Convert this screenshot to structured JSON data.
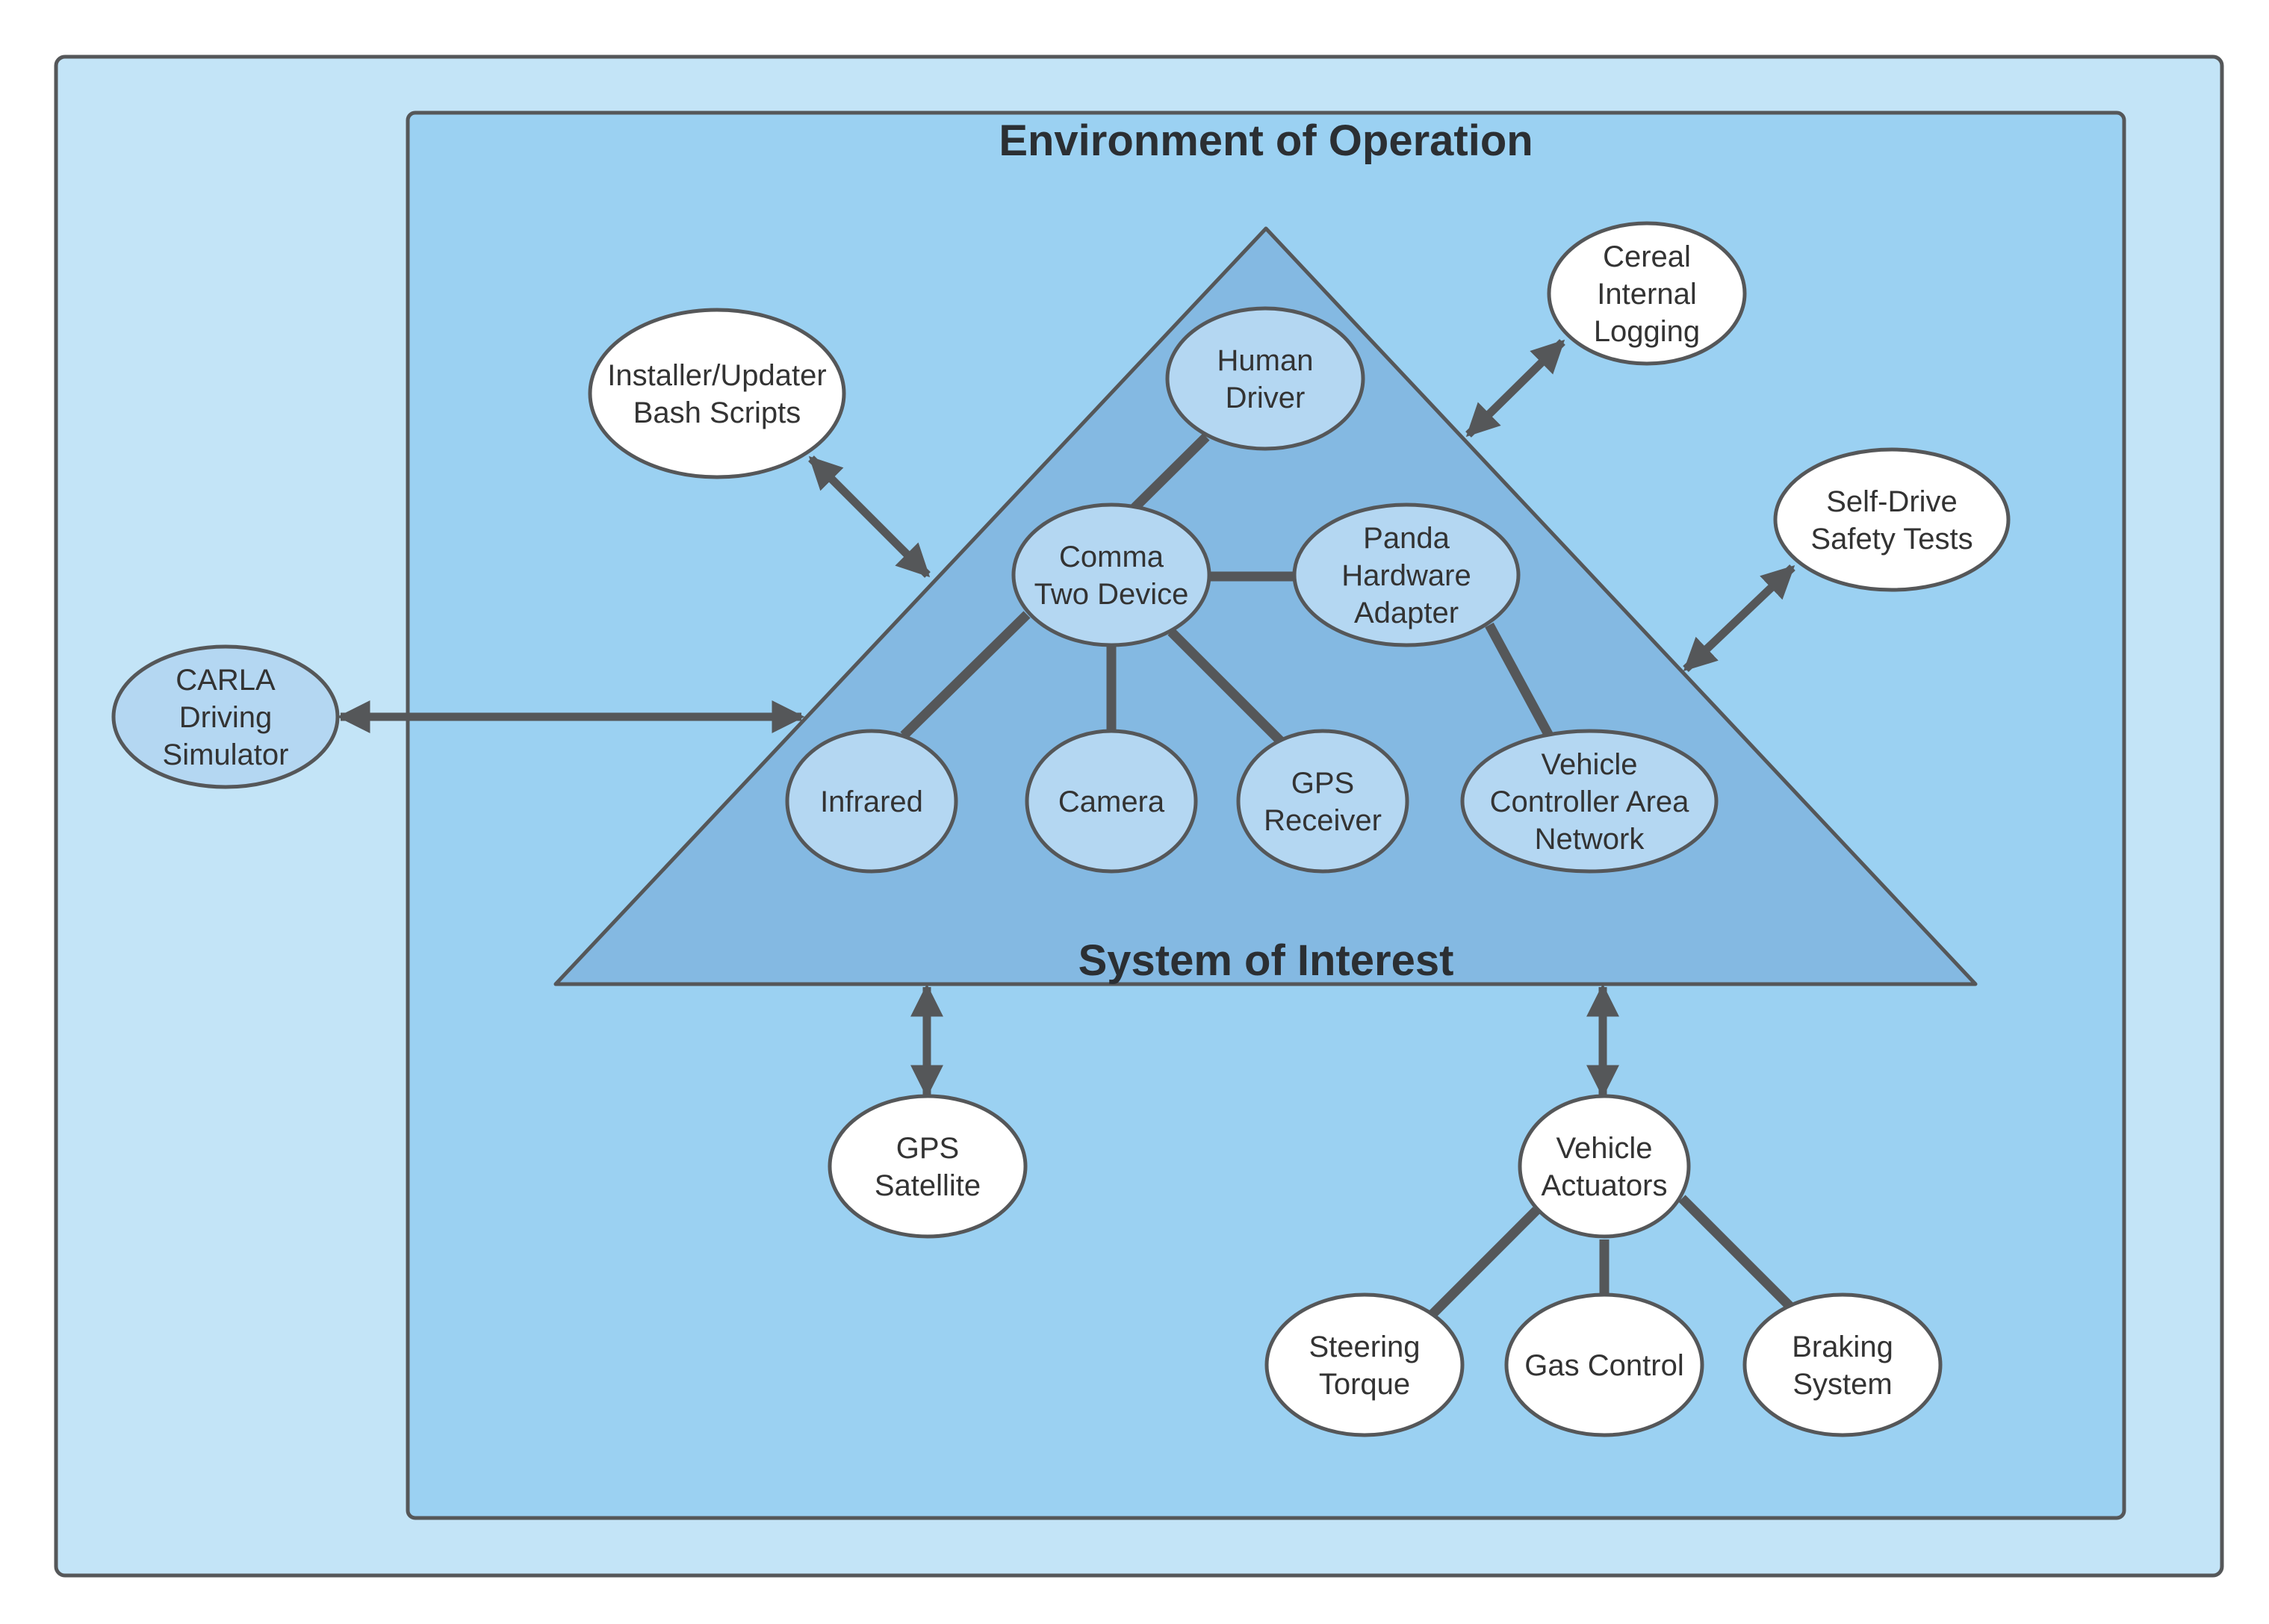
{
  "titles": {
    "environment": "Environment of Operation",
    "system": "System of Interest"
  },
  "colors": {
    "outer_fill": "#c3e4f7",
    "env_fill": "#9bd1f2",
    "triangle_fill": "#84b9e2",
    "inner_node_fill": "#b4d7f2",
    "external_node_fill": "#ffffff",
    "stroke": "#555759"
  },
  "nodes": {
    "human_driver": [
      "Human",
      "Driver"
    ],
    "comma_two": [
      "Comma",
      "Two Device"
    ],
    "panda": [
      "Panda",
      "Hardware",
      "Adapter"
    ],
    "infrared": [
      "Infrared"
    ],
    "camera": [
      "Camera"
    ],
    "gps_receiver": [
      "GPS",
      "Receiver"
    ],
    "vehicle_can": [
      "Vehicle",
      "Controller Area",
      "Network"
    ],
    "installer": [
      "Installer/Updater",
      "Bash Scripts"
    ],
    "cereal": [
      "Cereal",
      "Internal",
      "Logging"
    ],
    "self_drive": [
      "Self-Drive",
      "Safety Tests"
    ],
    "carla": [
      "CARLA",
      "Driving",
      "Simulator"
    ],
    "gps_satellite": [
      "GPS",
      "Satellite"
    ],
    "vehicle_actuators": [
      "Vehicle",
      "Actuators"
    ],
    "steering": [
      "Steering",
      "Torque"
    ],
    "gas": [
      "Gas Control"
    ],
    "braking": [
      "Braking",
      "System"
    ]
  }
}
